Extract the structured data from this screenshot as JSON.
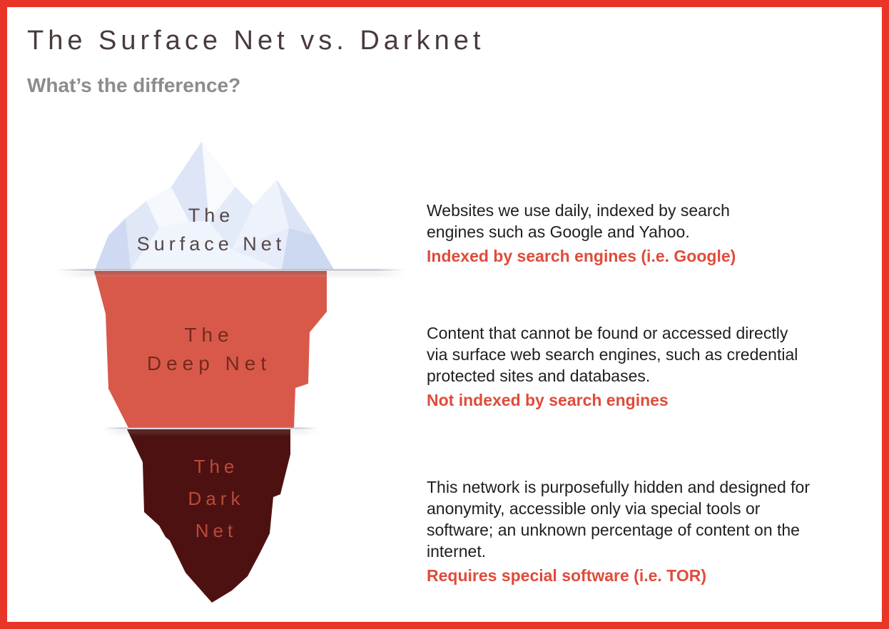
{
  "header": {
    "title": "The Surface Net vs. Darknet",
    "subtitle": "What’s the difference?"
  },
  "iceberg": {
    "layers": [
      {
        "id": "surface-net",
        "label_lines": [
          "The",
          "Surface Net"
        ],
        "fill": "#e7ecfa",
        "label_color": "#564748"
      },
      {
        "id": "deep-net",
        "label_lines": [
          "The",
          "Deep Net"
        ],
        "fill": "#d8594a",
        "label_color": "#76291f"
      },
      {
        "id": "dark-net",
        "label_lines": [
          "The",
          "Dark",
          "Net"
        ],
        "fill": "#4e1111",
        "label_color": "#b94b3b"
      }
    ]
  },
  "descriptions": [
    {
      "id": "surface-net",
      "body": "Websites we use daily, indexed by search engines such as Google and Yahoo.",
      "highlight": "Indexed by search engines (i.e. Google)"
    },
    {
      "id": "deep-net",
      "body": "Content that cannot be found or accessed directly via surface web search engines, such as credential protected sites and databases.",
      "highlight": "Not indexed by search engines"
    },
    {
      "id": "dark-net",
      "body": "This network is purposefully hidden and designed for anonymity, accessible only via special tools or software; an unknown percentage of content on the internet.",
      "highlight": "Requires special software (i.e. TOR)"
    }
  ],
  "colors": {
    "border": "#e93528",
    "title": "#493a3b",
    "subtitle": "#8c8c8c",
    "body_text": "#202020",
    "accent_red": "#e04b3b",
    "surface_fill": "#e7ecfa",
    "deep_fill": "#d8594a",
    "dark_fill": "#4e1111",
    "waterline": "#a8abb8"
  }
}
